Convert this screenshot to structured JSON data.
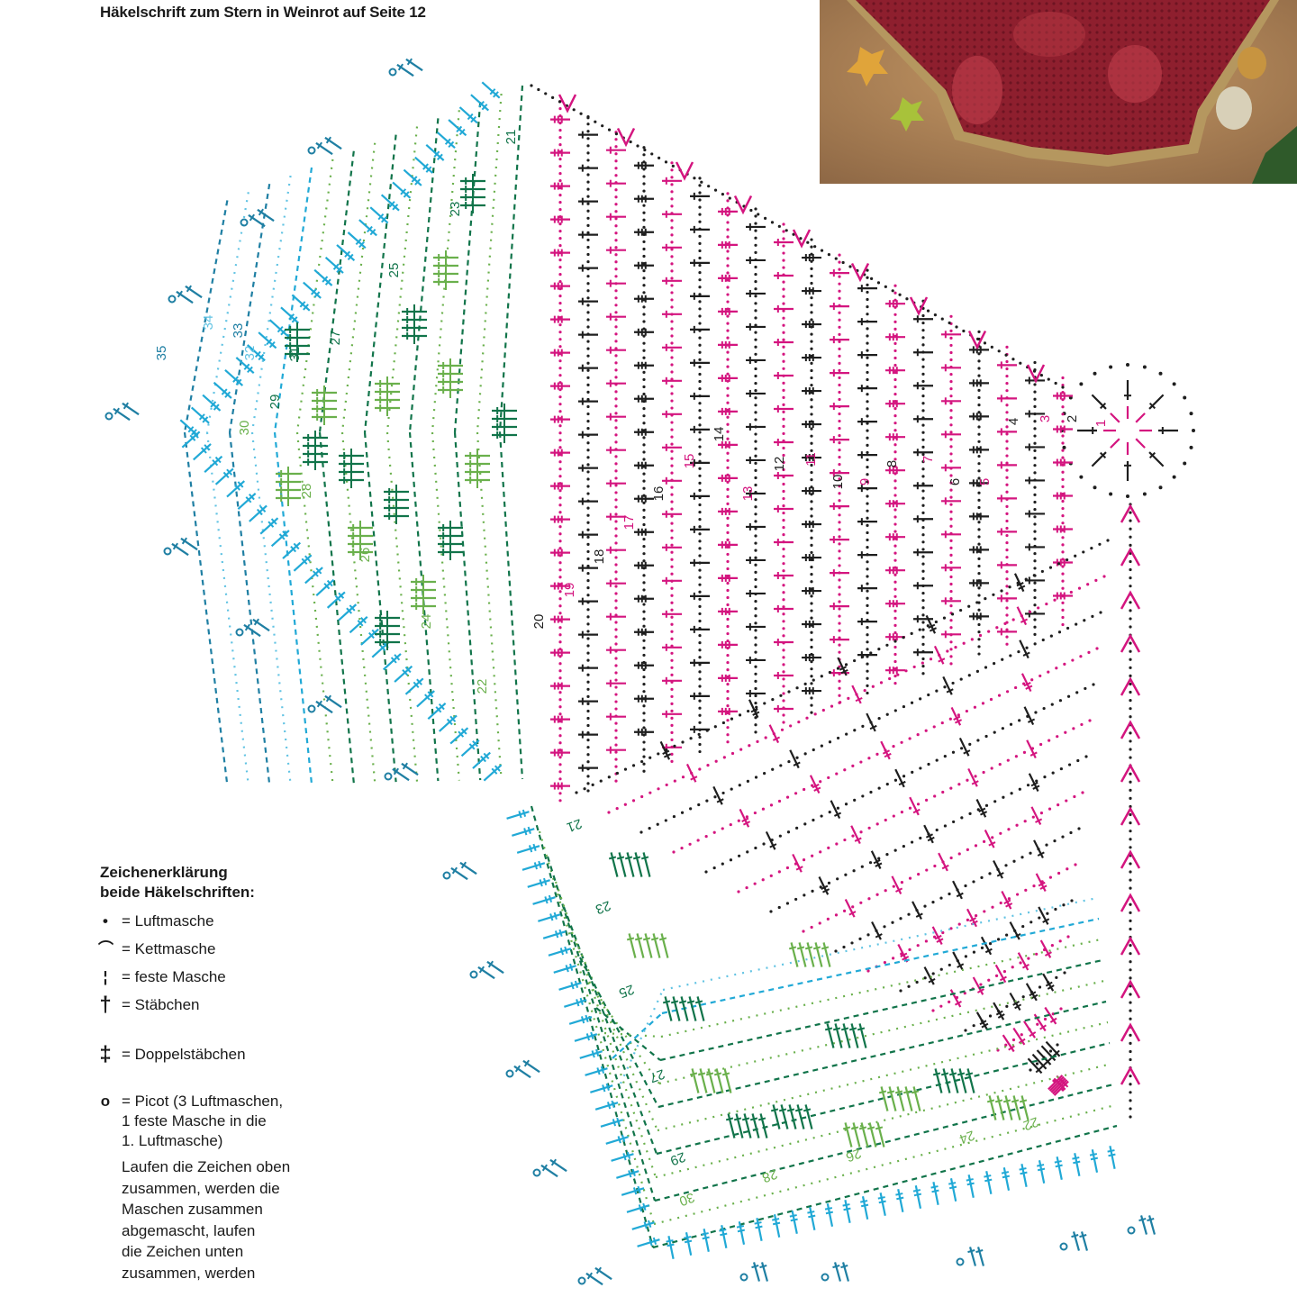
{
  "page": {
    "title": "Häkelschrift zum Stern in Weinrot auf Seite 12"
  },
  "photo": {
    "description_icon": "star-doily-photo",
    "colors": {
      "table": "#b08454",
      "doily": "#8e1f2e",
      "doily_light": "#c2404c",
      "ornament_gold": "#e0a43a",
      "ornament_green": "#a8c23a",
      "ornament_silver": "#d8d0b8"
    }
  },
  "colors": {
    "black": "#1e1e1e",
    "magenta": "#d4157f",
    "dark_green": "#11744a",
    "light_green": "#6ab04c",
    "cyan": "#21a9d6",
    "teal": "#1f7fa3",
    "light_cyan": "#61c3e3"
  },
  "diagram": {
    "center_round_labels": [
      "1",
      "2",
      "3",
      "4",
      "5",
      "6",
      "7",
      "8"
    ],
    "upper_round_labels": [
      "9",
      "10",
      "11",
      "12",
      "13",
      "14",
      "15",
      "16",
      "17",
      "18",
      "19",
      "20",
      "21",
      "22",
      "23",
      "24",
      "25",
      "26",
      "27",
      "28",
      "29",
      "30",
      "31",
      "32",
      "33",
      "34",
      "35"
    ],
    "lower_round_labels": [
      "21",
      "22",
      "23",
      "24",
      "25",
      "26",
      "27",
      "28",
      "29",
      "30"
    ]
  },
  "legend": {
    "title_line1": "Zeichenerklärung",
    "title_line2": "beide Häkelschriften:",
    "items": [
      {
        "symbol": "•",
        "icon": "chain-stitch-icon",
        "text": "= Luftmasche"
      },
      {
        "symbol": "⌒",
        "icon": "slip-stitch-icon",
        "text": "= Kettmasche"
      },
      {
        "symbol": "¦",
        "icon": "single-crochet-icon",
        "text": "= feste Masche"
      },
      {
        "symbol": "†",
        "icon": "double-crochet-icon",
        "text": "= Stäbchen"
      },
      {
        "symbol": "‡",
        "icon": "treble-crochet-icon",
        "text": "= Doppelstäbchen"
      },
      {
        "symbol": "o",
        "icon": "picot-icon",
        "text": "= Picot (3 Luftmaschen,\n1 feste Masche in die\n1. Luftmasche)"
      }
    ],
    "note": "Laufen die Zeichen oben\nzusammen, werden die\nMaschen zusammen\nabgemascht, laufen\ndie Zeichen unten\nzusammen, werden"
  }
}
